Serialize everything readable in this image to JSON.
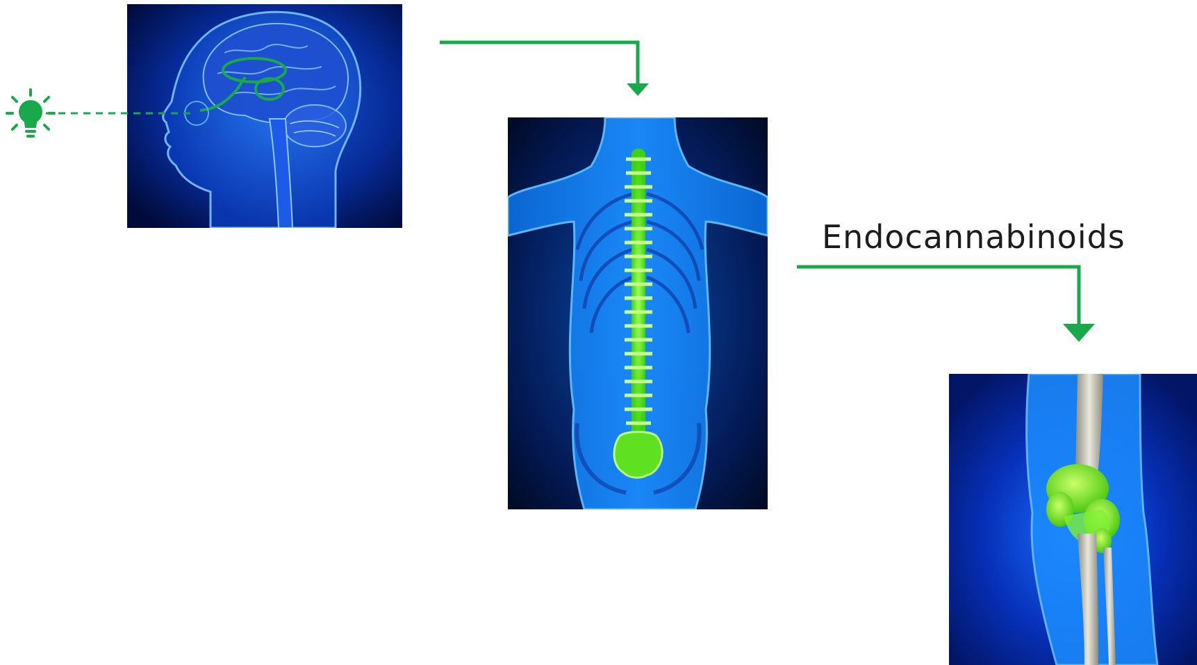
{
  "labels": {
    "endocannabinoids": "Endocannabinoids"
  },
  "colors": {
    "accent_green": "#19a84a",
    "glow_green": "#7dff3a",
    "deep_blue": "#021a6b",
    "body_blue": "#1f7bff",
    "background": "#ffffff",
    "text": "#1c1c1c"
  },
  "icons": {
    "stimulus": "lightbulb-icon"
  },
  "panels": [
    {
      "id": "brain",
      "subject": "head-brain-illustration"
    },
    {
      "id": "spine",
      "subject": "back-spine-illustration"
    },
    {
      "id": "knee",
      "subject": "knee-joint-illustration"
    }
  ]
}
